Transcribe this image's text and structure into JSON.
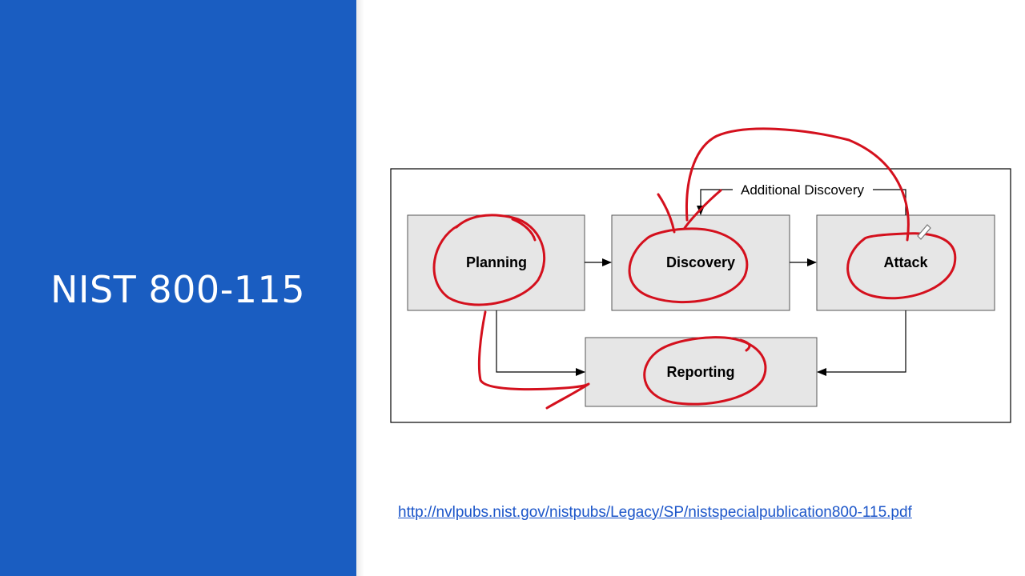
{
  "slide": {
    "title": "NIST 800-115",
    "source_url": "http://nvlpubs.nist.gov/nistpubs/Legacy/SP/nistspecialpublication800-115.pdf"
  },
  "diagram": {
    "nodes": {
      "planning": "Planning",
      "discovery": "Discovery",
      "attack": "Attack",
      "reporting": "Reporting"
    },
    "edges": {
      "additional_discovery": "Additional Discovery"
    }
  },
  "colors": {
    "panel": "#1a5dc1",
    "box_fill": "#e6e6e6",
    "annotation": "#d4101d",
    "link": "#1b55c9"
  }
}
